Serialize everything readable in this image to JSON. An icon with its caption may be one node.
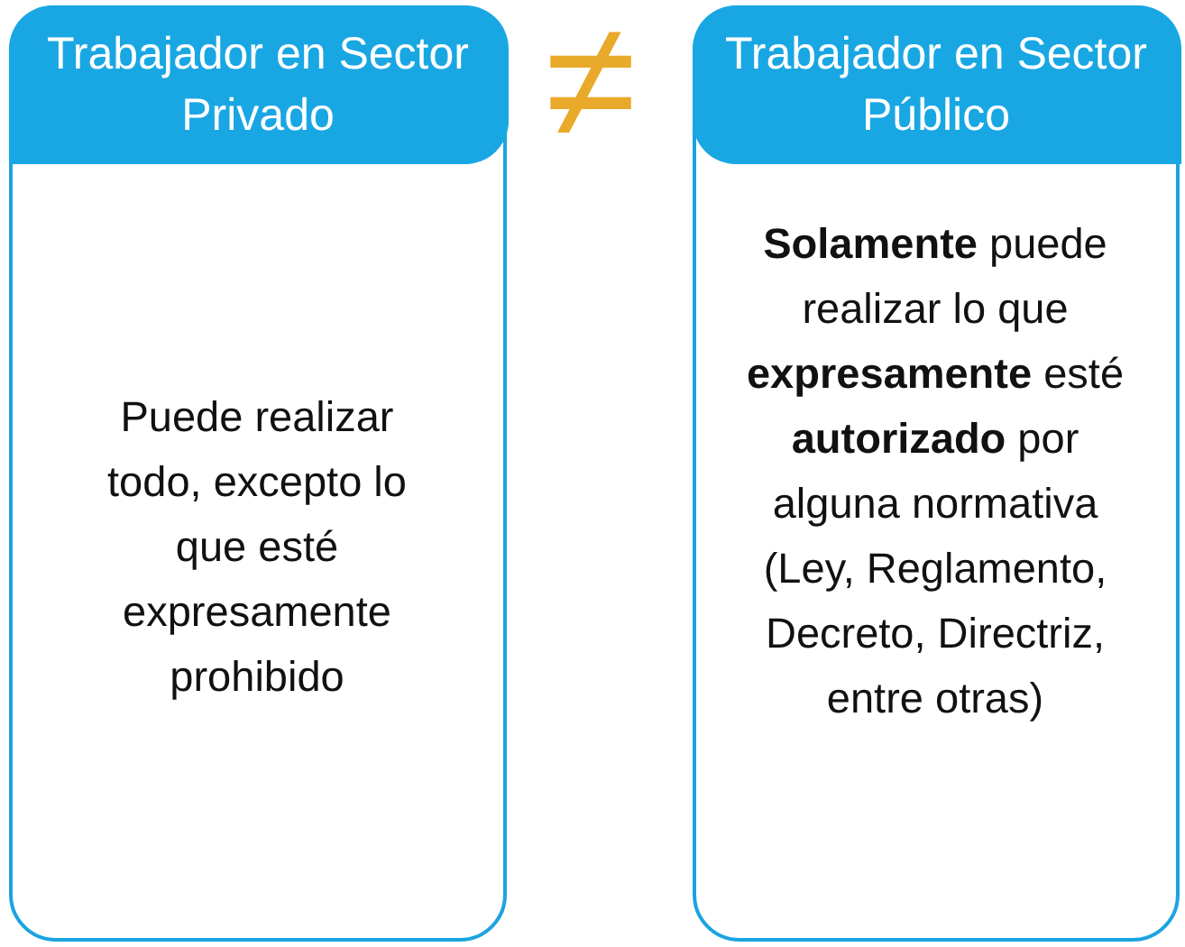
{
  "diagram": {
    "nodes": [
      {
        "text": [
          "Trabajador en Sector Privado",
          "Puede realizar todo, excepto lo que esté expresamente prohibido"
        ]
      },
      {
        "text": [
          "Trabajador en Sector Público",
          "**Solamente** puede realizar lo que **expresamente** esté **autorizado** por alguna normativa (Ley, Reglamento, Decreto, Directriz, entre otras)"
        ]
      }
    ],
    "labels": [
      "≠"
    ]
  }
}
